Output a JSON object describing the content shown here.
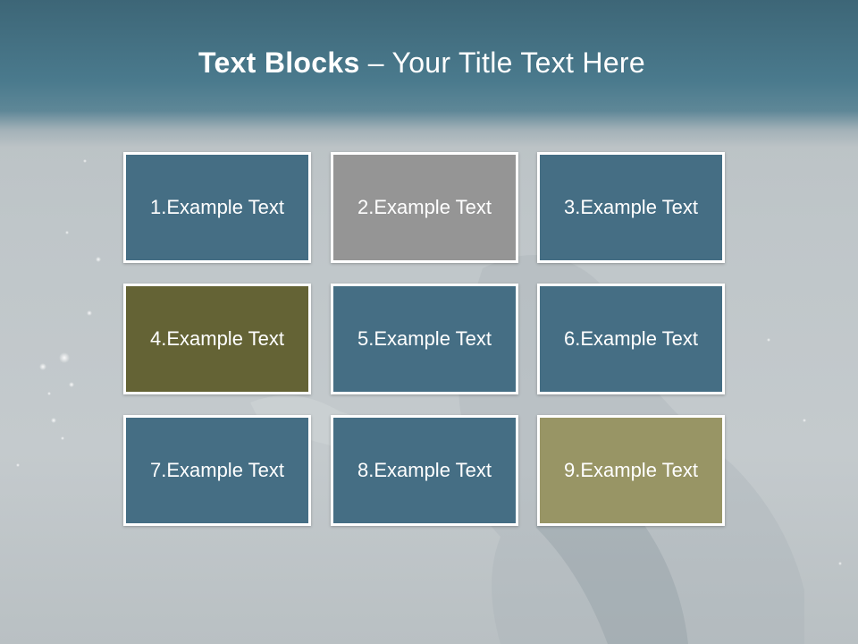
{
  "slide": {
    "title_bold": "Text Blocks",
    "title_dash": " – ",
    "title_rest": "Your Title Text Here"
  },
  "blocks": [
    {
      "label": "1.Example Text",
      "color": "#456e84"
    },
    {
      "label": "2.Example Text",
      "color": "#959595"
    },
    {
      "label": "3.Example Text",
      "color": "#456e84"
    },
    {
      "label": "4.Example Text",
      "color": "#646335"
    },
    {
      "label": "5.Example Text",
      "color": "#456e84"
    },
    {
      "label": "6.Example Text",
      "color": "#456e84"
    },
    {
      "label": "7.Example Text",
      "color": "#456e84"
    },
    {
      "label": "8.Example Text",
      "color": "#456e84"
    },
    {
      "label": "9.Example Text",
      "color": "#989565"
    }
  ]
}
